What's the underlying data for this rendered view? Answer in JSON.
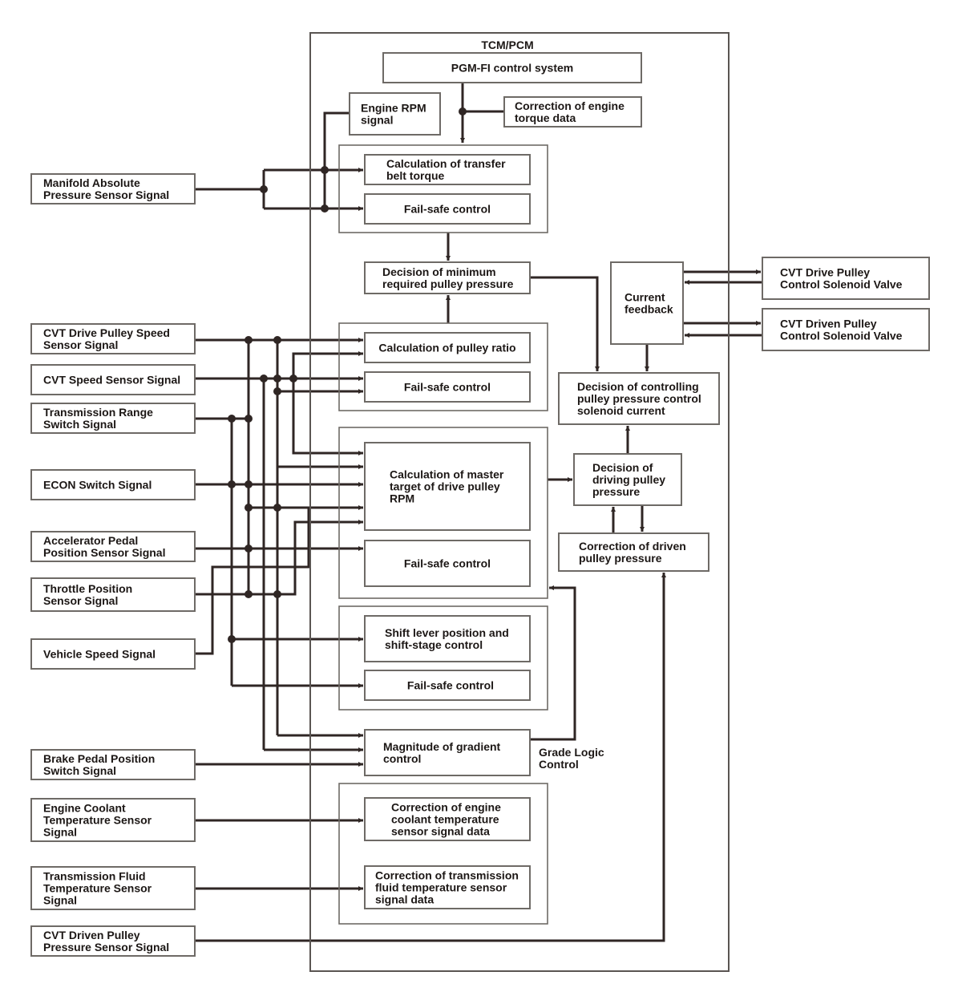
{
  "tcm_title": "TCM/PCM",
  "inputs": {
    "map_sensor": [
      "Manifold Absolute",
      "Pressure Sensor Signal"
    ],
    "drive_pulley_speed": [
      "CVT Drive Pulley Speed",
      "Sensor Signal"
    ],
    "cvt_speed": [
      "CVT Speed Sensor Signal"
    ],
    "range_switch": [
      "Transmission Range",
      "Switch Signal"
    ],
    "econ_switch": [
      "ECON Switch Signal"
    ],
    "accel_pedal": [
      "Accelerator Pedal",
      "Position Sensor Signal"
    ],
    "throttle": [
      "Throttle Position",
      "Sensor Signal"
    ],
    "vehicle_speed": [
      "Vehicle Speed Signal"
    ],
    "brake_pedal": [
      "Brake Pedal Position",
      "Switch Signal"
    ],
    "coolant_temp": [
      "Engine Coolant",
      "Temperature Sensor",
      "Signal"
    ],
    "fluid_temp": [
      "Transmission Fluid",
      "Temperature Sensor",
      "Signal"
    ],
    "driven_pressure_sensor": [
      "CVT Driven Pulley",
      "Pressure Sensor Signal"
    ]
  },
  "internal": {
    "pgm_fi": [
      "PGM-FI control system"
    ],
    "engine_rpm": [
      "Engine RPM",
      "signal"
    ],
    "torque_correction": [
      "Correction of engine",
      "torque data"
    ],
    "belt_torque": [
      "Calculation of transfer",
      "belt torque"
    ],
    "failsafe_1": [
      "Fail-safe control"
    ],
    "min_pressure": [
      "Decision of minimum",
      "required pulley pressure"
    ],
    "pulley_ratio": [
      "Calculation of pulley ratio"
    ],
    "failsafe_2": [
      "Fail-safe control"
    ],
    "master_rpm": [
      "Calculation of master",
      "target of drive pulley",
      "RPM"
    ],
    "failsafe_3": [
      "Fail-safe control"
    ],
    "shift_lever": [
      "Shift lever position and",
      "shift-stage control"
    ],
    "failsafe_4": [
      "Fail-safe control"
    ],
    "gradient": [
      "Magnitude of gradient",
      "control"
    ],
    "grade_logic": [
      "Grade Logic",
      "Control"
    ],
    "coolant_correction": [
      "Correction of engine",
      "coolant temperature",
      "sensor signal data"
    ],
    "fluid_correction": [
      "Correction of transmission",
      "fluid temperature sensor",
      "signal data"
    ],
    "current_feedback": [
      "Current",
      "feedback"
    ],
    "solenoid_current": [
      "Decision of controlling",
      "pulley pressure control",
      "solenoid current"
    ],
    "driving_pressure": [
      "Decision of",
      "driving pulley",
      "pressure"
    ],
    "driven_correction": [
      "Correction of driven",
      "pulley pressure"
    ]
  },
  "outputs": {
    "drive_solenoid": [
      "CVT Drive Pulley",
      "Control Solenoid Valve"
    ],
    "driven_solenoid": [
      "CVT Driven Pulley",
      "Control Solenoid Valve"
    ]
  }
}
